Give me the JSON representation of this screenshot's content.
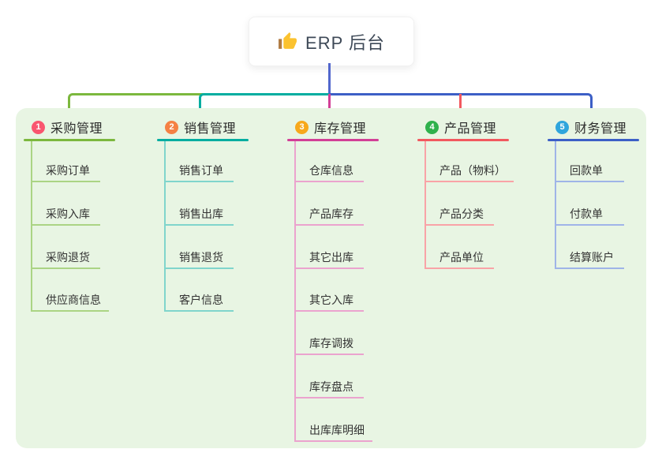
{
  "root": {
    "label": "ERP 后台",
    "icon": "thumbs-up-icon"
  },
  "colors": {
    "root_stem": "#5267cd",
    "panel_bg": "#e8f5e3",
    "canvas_bg": "#ffffff",
    "thumb_yellow": "#fbc22f",
    "thumb_sleeve": "#b07b42"
  },
  "branches": [
    {
      "number": "1",
      "label": "采购管理",
      "badge_color": "#f9566f",
      "line_color": "#7cb83e",
      "item_line_color": "#abd484",
      "items": [
        "采购订单",
        "采购入库",
        "采购退货",
        "供应商信息"
      ]
    },
    {
      "number": "2",
      "label": "销售管理",
      "badge_color": "#f58144",
      "line_color": "#00ada0",
      "item_line_color": "#80d5cc",
      "items": [
        "销售订单",
        "销售出库",
        "销售退货",
        "客户信息"
      ]
    },
    {
      "number": "3",
      "label": "库存管理",
      "badge_color": "#f7a81b",
      "line_color": "#d23f96",
      "item_line_color": "#eba3ce",
      "items": [
        "仓库信息",
        "产品库存",
        "其它出库",
        "其它入库",
        "库存调拨",
        "库存盘点",
        "出库库明细"
      ]
    },
    {
      "number": "4",
      "label": "产品管理",
      "badge_color": "#2fb14c",
      "line_color": "#f2595f",
      "item_line_color": "#f9a3a7",
      "items": [
        "产品（物料）",
        "产品分类",
        "产品单位"
      ]
    },
    {
      "number": "5",
      "label": "财务管理",
      "badge_color": "#2fa5dc",
      "line_color": "#3c5fc6",
      "item_line_color": "#9fb4e8",
      "items": [
        "回款单",
        "付款单",
        "结算账户"
      ]
    }
  ]
}
